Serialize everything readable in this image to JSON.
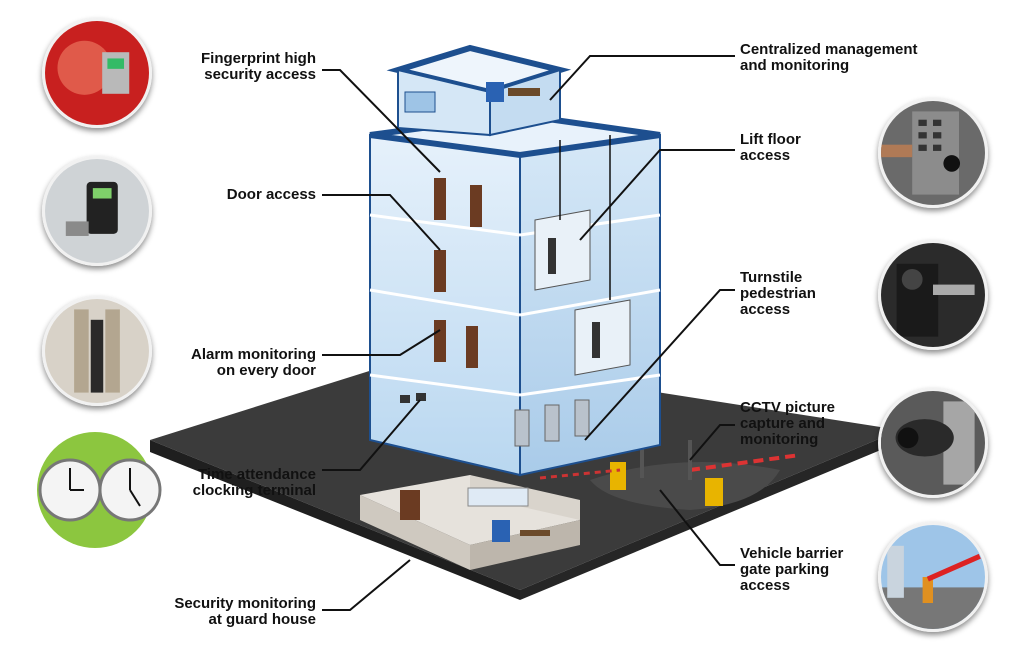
{
  "labels": {
    "fingerprint": "Fingerprint high\nsecurity access",
    "door": "Door access",
    "alarm": "Alarm monitoring\non every door",
    "time": "Time attendance\nclocking terminal",
    "security": "Security monitoring\nat guard house",
    "central": "Centralized management\nand monitoring",
    "lift": "Lift floor\naccess",
    "turnstile": "Turnstile\npedestrian\naccess",
    "cctv": "CCTV picture\ncapture and\nmonitoring",
    "vehicle": "Vehicle barrier\ngate parking\naccess"
  },
  "colors": {
    "building_frame": "#1d4f8f",
    "glass": "#cfe4f5",
    "ground": "#3a3a3a",
    "line": "#111111"
  }
}
